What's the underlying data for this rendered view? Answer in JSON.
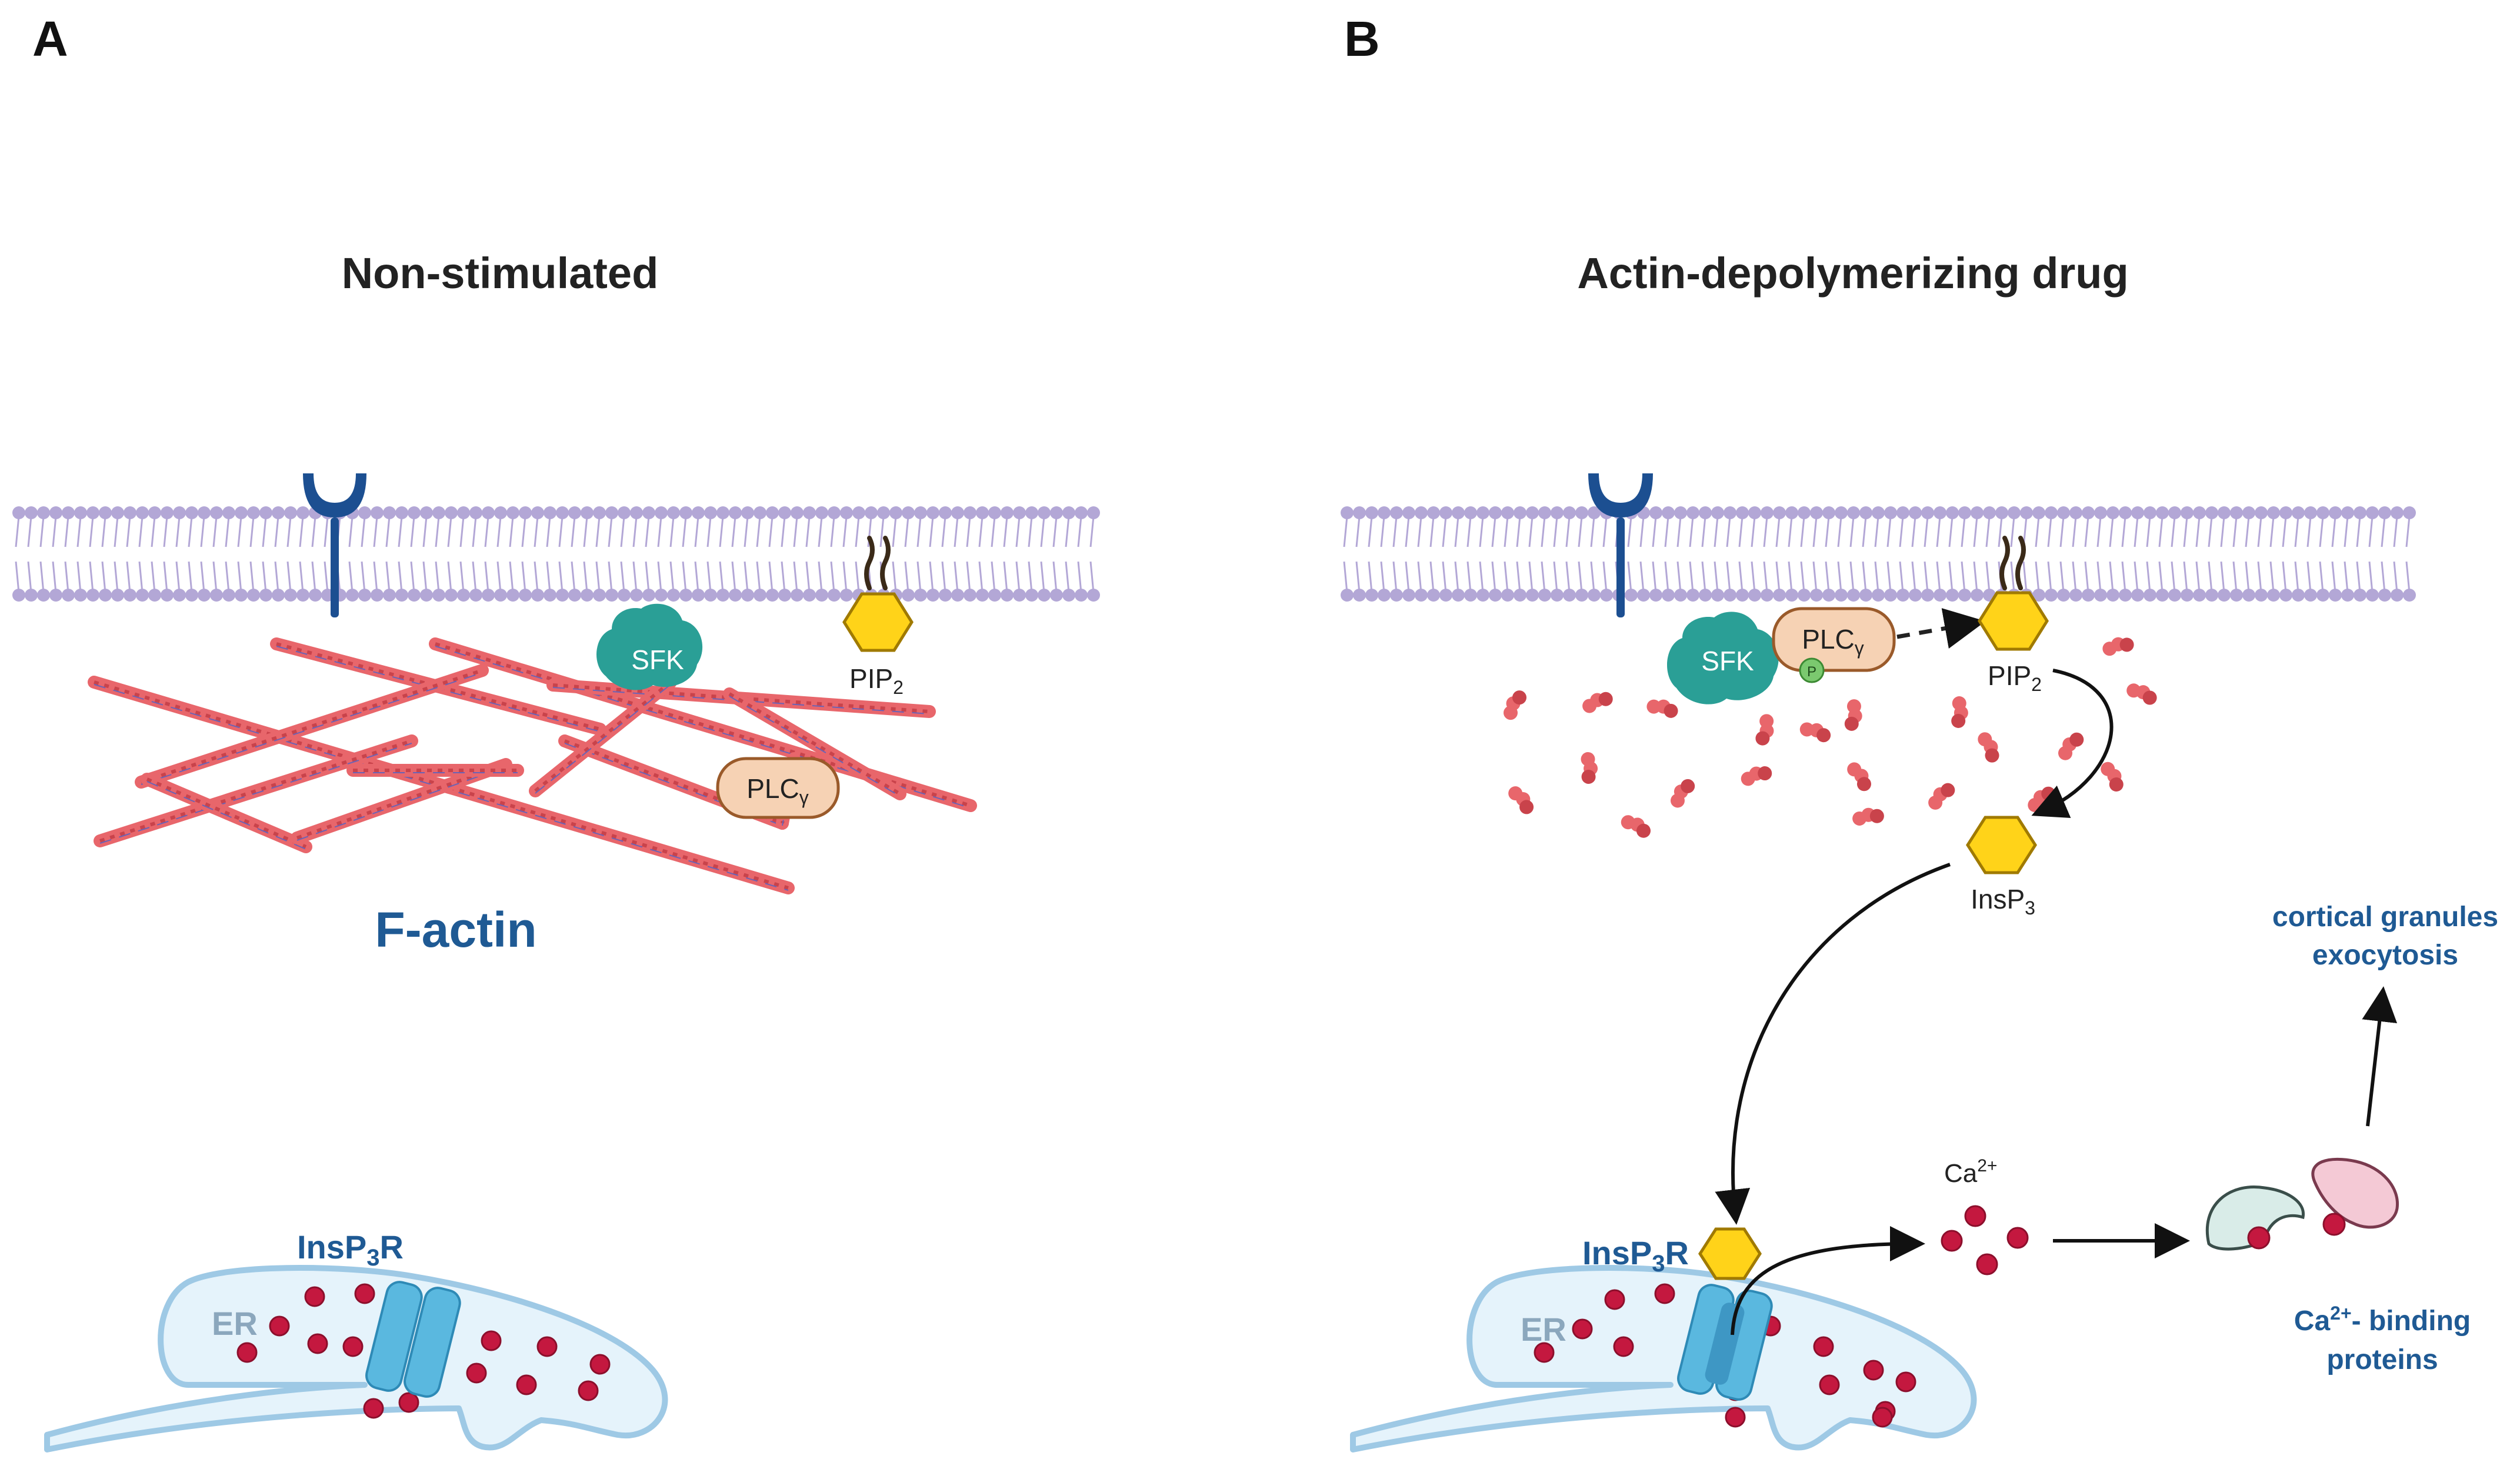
{
  "panels": {
    "a": {
      "letter": "A",
      "title": "Non-stimulated",
      "labels": {
        "sfk": "SFK",
        "plc": "PLC",
        "plc_sub": "γ",
        "pip": "PIP",
        "pip_sub": "2",
        "factin": "F-actin",
        "insp3r_pre": "InsP",
        "insp3r_sub": "3",
        "insp3r_post": "R",
        "er": "ER"
      }
    },
    "b": {
      "letter": "B",
      "title": "Actin-depolymerizing drug",
      "labels": {
        "sfk": "SFK",
        "plc": "PLC",
        "plc_sub": "γ",
        "phospho": "P",
        "pip": "PIP",
        "pip_sub": "2",
        "insp3": "InsP",
        "insp3_sub": "3",
        "insp3r_pre": "InsP",
        "insp3r_sub": "3",
        "insp3r_post": "R",
        "er": "ER",
        "ca": "Ca",
        "ca_sup": "2+",
        "granules_line1": "cortical granules",
        "granules_line2": "exocytosis",
        "binding_pre": "Ca",
        "binding_sup": "2+",
        "binding_post": "- binding",
        "binding_line2": "proteins"
      }
    }
  },
  "colors": {
    "membrane_lipid": "#b3a7d6",
    "receptor": "#1c4f91",
    "actin": "#e8666b",
    "actin_dark": "#c9434b",
    "actin_line": "#6b63b5",
    "sfk": "#2a9f96",
    "plc_fill": "#f6d2b4",
    "plc_stroke": "#9a5a2a",
    "pip_fill": "#ffd319",
    "pip_stroke": "#a07a00",
    "er_fill": "#e5f3fb",
    "er_stroke": "#9ec9e5",
    "channel": "#5ab8df",
    "calcium": "#c4183f",
    "accent_text": "#1f5a94",
    "phospho": "#7bc96f"
  }
}
